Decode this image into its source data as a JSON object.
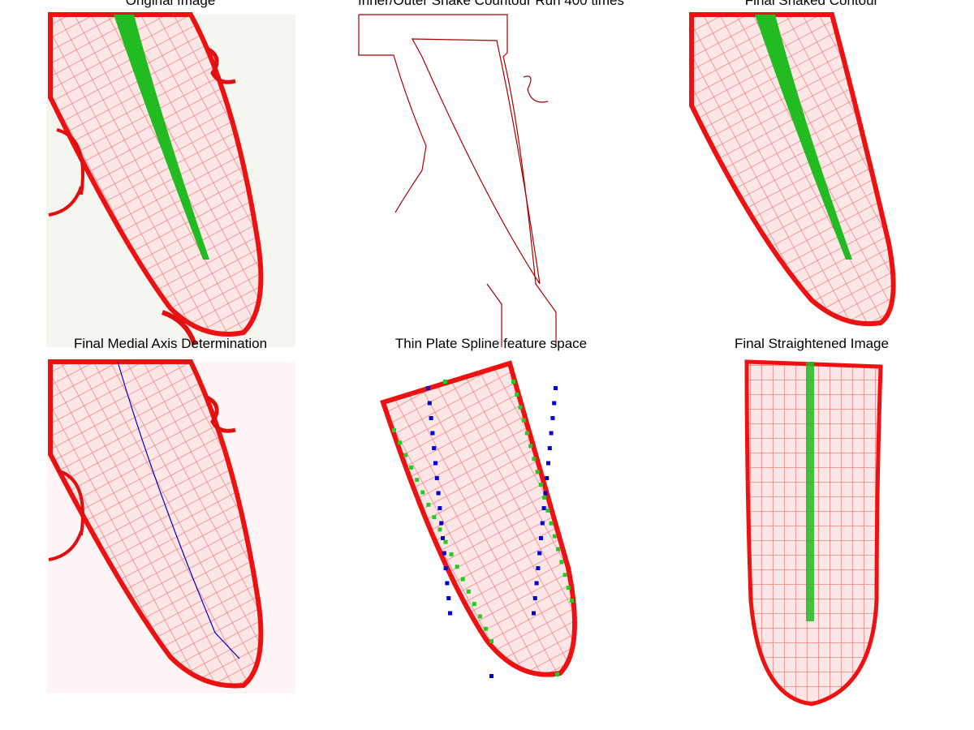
{
  "panels": [
    {
      "title": "Original Image"
    },
    {
      "title": "Inner/Outer Snake Countour Run 400 times"
    },
    {
      "title": "Final Snaked Contour"
    },
    {
      "title": "Final Medial Axis Determination"
    },
    {
      "title": "Thin Plate Spline feature space"
    },
    {
      "title": "Final Straightened Image"
    }
  ],
  "colors": {
    "membrane": "#ff0000",
    "fluor": "#22cc22",
    "axis": "#0000cc",
    "contour": "#aa0000"
  }
}
